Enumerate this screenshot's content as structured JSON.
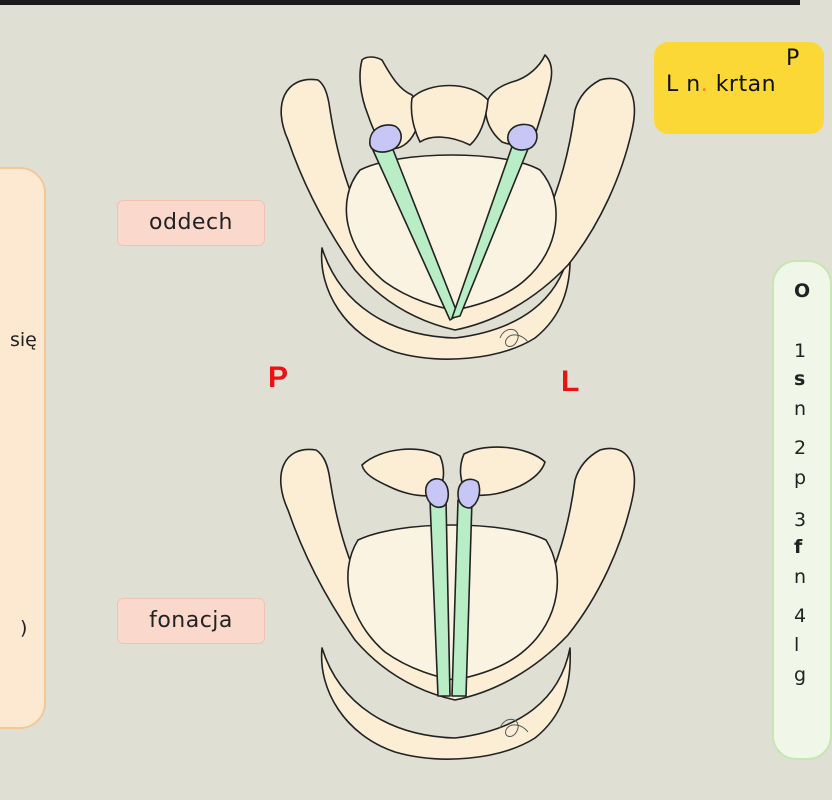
{
  "diagram": {
    "labels": {
      "breathing": "oddech",
      "phonation": "fonacja"
    },
    "sides": {
      "right": "P",
      "left": "L"
    },
    "yellow_box": {
      "line1": "P",
      "line2_a": "L n",
      "line2_dot": ".",
      "line2_b": " krtan"
    },
    "left_panel": {
      "word": "się",
      "paren": ")"
    },
    "green_panel": [
      "O",
      "1",
      "s",
      "n",
      "2",
      "p",
      "3",
      "f",
      "n",
      "4",
      "l",
      "g"
    ]
  }
}
